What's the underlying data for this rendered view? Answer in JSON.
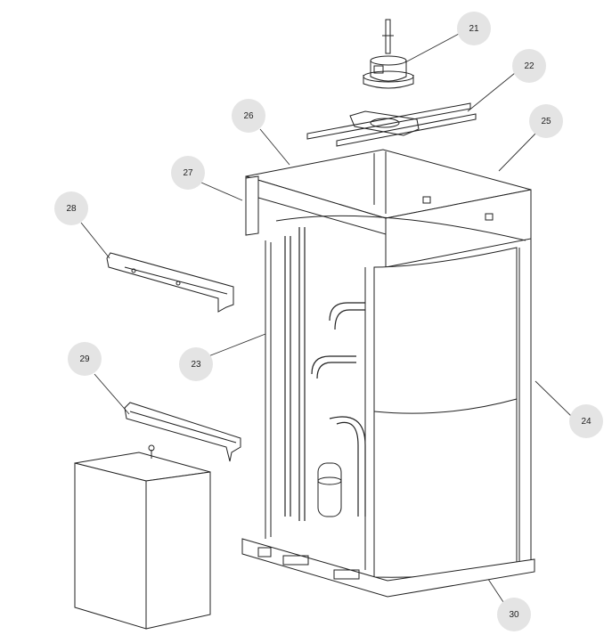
{
  "callouts": [
    {
      "id": "c21",
      "label": "21"
    },
    {
      "id": "c22",
      "label": "22"
    },
    {
      "id": "c25",
      "label": "25"
    },
    {
      "id": "c26",
      "label": "26"
    },
    {
      "id": "c27",
      "label": "27"
    },
    {
      "id": "c28",
      "label": "28"
    },
    {
      "id": "c23",
      "label": "23"
    },
    {
      "id": "c29",
      "label": "29"
    },
    {
      "id": "c24",
      "label": "24"
    },
    {
      "id": "c30",
      "label": "30"
    }
  ]
}
